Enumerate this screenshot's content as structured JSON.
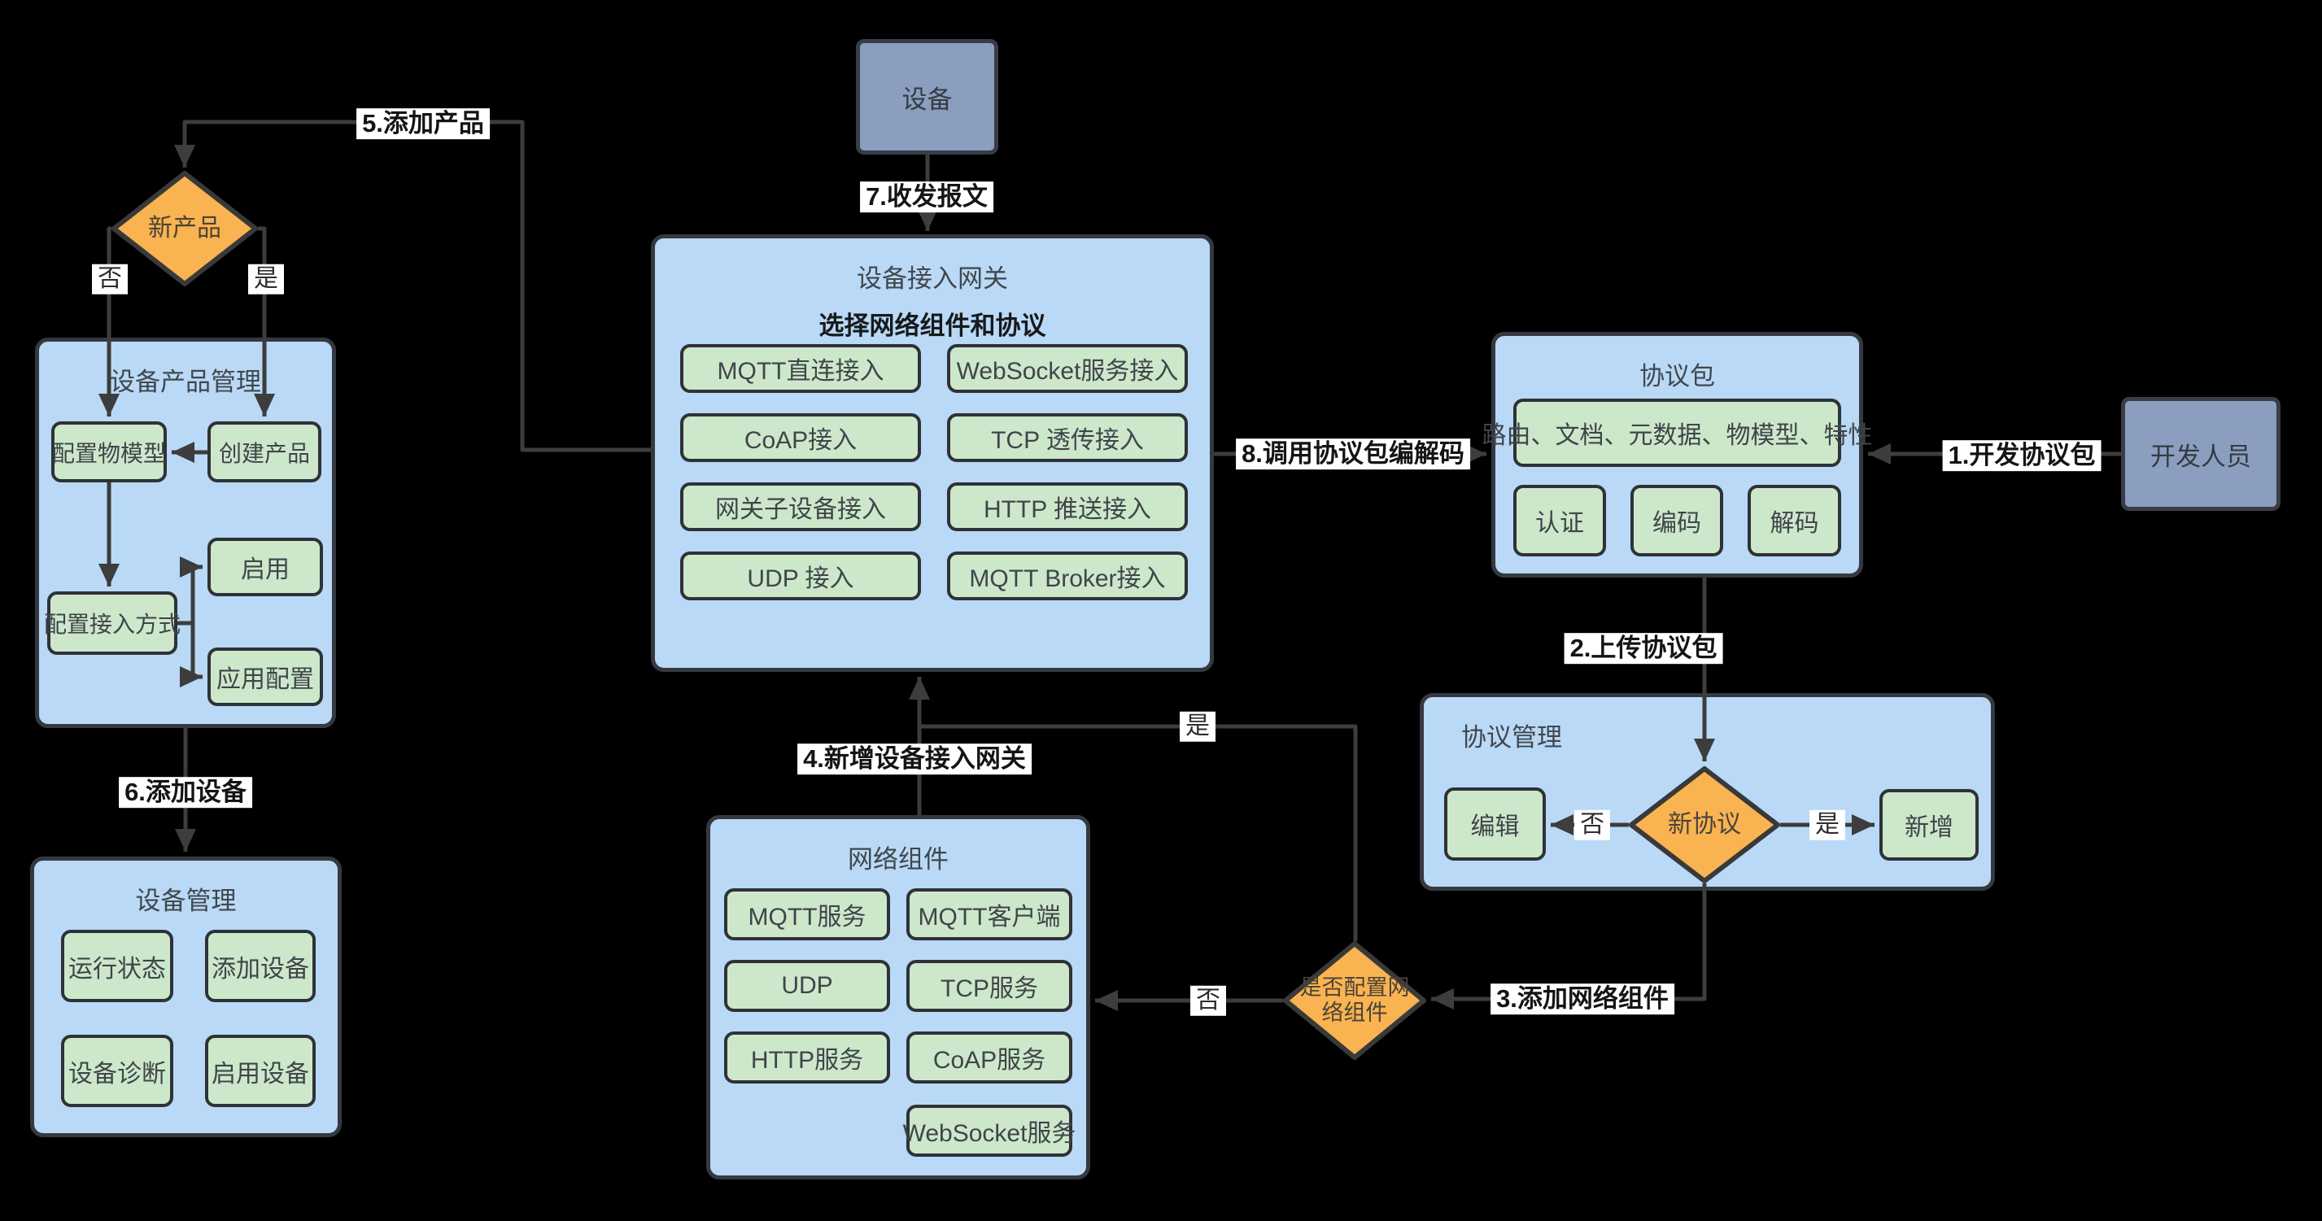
{
  "nodes": {
    "device": {
      "label": "设备"
    },
    "developer": {
      "label": "开发人员"
    },
    "new_product": {
      "label": "新产品"
    },
    "new_protocol": {
      "label": "新协议"
    },
    "config_network": {
      "line1": "是否配置网",
      "line2": "络组件"
    }
  },
  "gateway": {
    "title": "设备接入网关",
    "subtitle": "选择网络组件和协议",
    "buttons": [
      "MQTT直连接入",
      "WebSocket服务接入",
      "CoAP接入",
      "TCP 透传接入",
      "网关子设备接入",
      "HTTP 推送接入",
      "UDP 接入",
      "MQTT Broker接入"
    ]
  },
  "network": {
    "title": "网络组件",
    "buttons": [
      "MQTT服务",
      "MQTT客户端",
      "UDP",
      "TCP服务",
      "HTTP服务",
      "CoAP服务",
      "WebSocket服务"
    ]
  },
  "protocol_pkg": {
    "title": "协议包",
    "wide_item": "路由、文档、元数据、物模型、特性",
    "buttons": [
      "认证",
      "编码",
      "解码"
    ]
  },
  "protocol_mgmt": {
    "title": "协议管理",
    "edit": "编辑",
    "add": "新增"
  },
  "product_mgmt": {
    "title": "设备产品管理",
    "model": "配置物模型",
    "create": "创建产品",
    "access": "配置接入方式",
    "enable": "启用",
    "app_config": "应用配置"
  },
  "device_mgmt": {
    "title": "设备管理",
    "buttons": [
      "运行状态",
      "添加设备",
      "设备诊断",
      "启用设备"
    ]
  },
  "steps": {
    "s1": "1.开发协议包",
    "s2": "2.上传协议包",
    "s3": "3.添加网络组件",
    "s4": "4.新增设备接入网关",
    "s5": "5.添加产品",
    "s6": "6.添加设备",
    "s7": "7.收发报文",
    "s8": "8.调用协议包编解码"
  },
  "branch": {
    "yes": "是",
    "no": "否"
  },
  "colors": {
    "background": "#000000",
    "container_fill": "#b9d9f7",
    "node_fill": "#cde7cb",
    "actor_fill": "#8b9ec0",
    "diamond_fill": "#f9b351",
    "edge": "#3d3d3d",
    "label_bg": "#ffffff"
  }
}
